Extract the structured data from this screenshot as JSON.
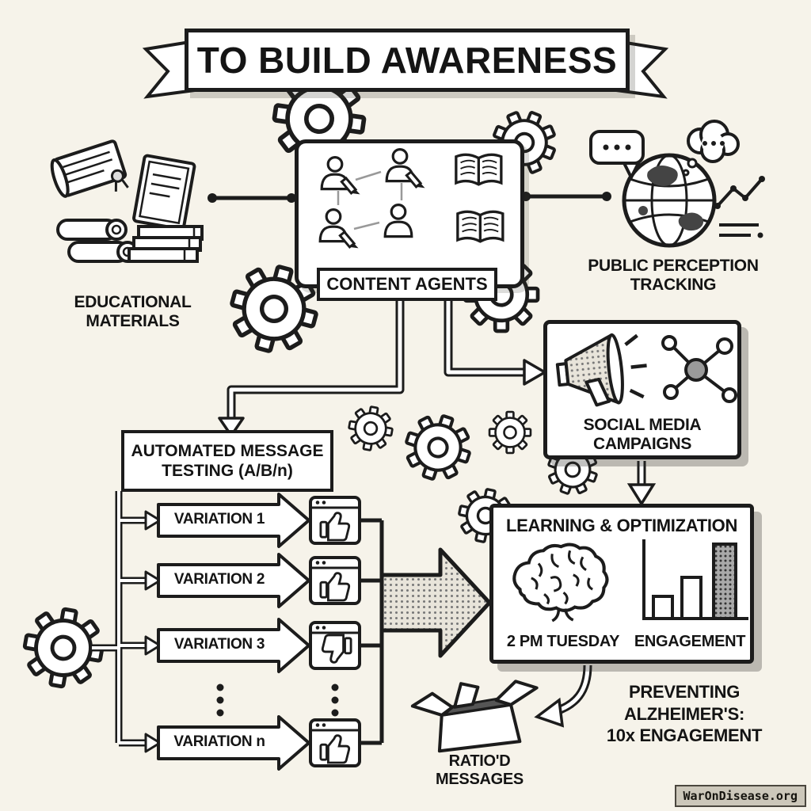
{
  "banner": {
    "title": "TO BUILD AWARENESS"
  },
  "nodes": {
    "educational_materials": {
      "label_lines": [
        "EDUCATIONAL",
        "MATERIALS"
      ]
    },
    "content_agents": {
      "label": "CONTENT AGENTS"
    },
    "public_perception": {
      "label_lines": [
        "PUBLIC PERCEPTION",
        "TRACKING"
      ]
    },
    "social_media": {
      "label_lines": [
        "SOCIAL MEDIA",
        "CAMPAIGNS"
      ]
    },
    "automated_testing": {
      "label_lines": [
        "AUTOMATED MESSAGE",
        "TESTING (A/B/n)"
      ]
    },
    "learning": {
      "title": "LEARNING & OPTIMIZATION",
      "brain_label": "2 PM TUESDAY",
      "chart_label": "ENGAGEMENT",
      "chart": {
        "type": "bar",
        "bars": [
          30,
          52,
          94
        ]
      }
    },
    "ratiod_messages": {
      "label_lines": [
        "RATIO'D",
        "MESSAGES"
      ]
    },
    "outcome": {
      "lines": [
        "PREVENTING",
        "ALZHEIMER'S:",
        "10x ENGAGEMENT"
      ]
    }
  },
  "variations": [
    {
      "label": "VARIATION 1",
      "feedback": "thumbs-up"
    },
    {
      "label": "VARIATION 2",
      "feedback": "thumbs-up"
    },
    {
      "label": "VARIATION 3",
      "feedback": "thumbs-down"
    },
    {
      "label": "VARIATION n",
      "feedback": "thumbs-up"
    }
  ],
  "watermark": "WarOnDisease.org",
  "colors": {
    "ink": "#1c1c1c",
    "paper": "#f6f3ea",
    "dark_fill": "#8b8b8b",
    "halftone": "#777777"
  },
  "icons": [
    "gear-icon",
    "scroll-icon",
    "booklet-icon",
    "book-stack-icon",
    "person-icon",
    "pen-icon",
    "open-book-icon",
    "globe-icon",
    "speech-bubble-icon",
    "thought-cloud-icon",
    "trend-chart-icon",
    "list-icon",
    "megaphone-icon",
    "network-icon",
    "brain-icon",
    "bar-chart-icon",
    "thumbs-up-icon",
    "thumbs-down-icon",
    "browser-window-icon",
    "open-box-icon",
    "block-arrow-icon",
    "ribbon-banner"
  ]
}
